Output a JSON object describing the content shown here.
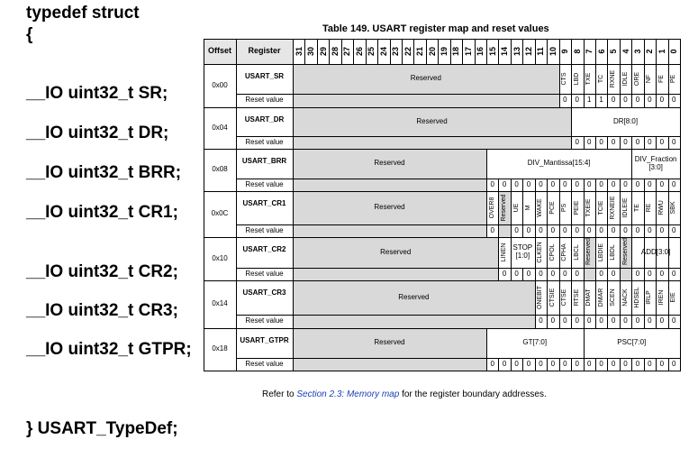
{
  "code": {
    "open1": "typedef struct",
    "open2": "{",
    "members": [
      "__IO uint32_t SR;",
      "__IO uint32_t DR;",
      "__IO uint32_t BRR;",
      "__IO uint32_t CR1;",
      "__IO uint32_t CR2;",
      "__IO uint32_t CR3;",
      "__IO uint32_t GTPR;"
    ],
    "close": "} USART_TypeDef;"
  },
  "table": {
    "title": "Table 149. USART register map and reset values",
    "col_offset": "Offset",
    "col_register": "Register",
    "bits": [
      "31",
      "30",
      "29",
      "28",
      "27",
      "26",
      "25",
      "24",
      "23",
      "22",
      "21",
      "20",
      "19",
      "18",
      "17",
      "16",
      "15",
      "14",
      "13",
      "12",
      "11",
      "10",
      "9",
      "8",
      "7",
      "6",
      "5",
      "4",
      "3",
      "2",
      "1",
      "0"
    ],
    "reset_label": "Reset value",
    "rows": [
      {
        "offset": "0x00",
        "name": "USART_SR",
        "reserved": "Reserved",
        "fields": [
          "CTS",
          "LBD",
          "TXE",
          "TC",
          "RXNE",
          "IDLE",
          "ORE",
          "NF",
          "FE",
          "PE"
        ],
        "reset": [
          "0",
          "0",
          "1",
          "1",
          "0",
          "0",
          "0",
          "0",
          "0",
          "0"
        ]
      },
      {
        "offset": "0x04",
        "name": "USART_DR",
        "reserved": "Reserved",
        "fields": [
          "DR[8:0]"
        ],
        "reset": [
          "0",
          "0",
          "0",
          "0",
          "0",
          "0",
          "0",
          "0",
          "0"
        ]
      },
      {
        "offset": "0x08",
        "name": "USART_BRR",
        "reserved": "Reserved",
        "fields": [
          "DIV_Mantissa[15:4]",
          "DIV_Fraction [3:0]"
        ],
        "reset": [
          "0",
          "0",
          "0",
          "0",
          "0",
          "0",
          "0",
          "0",
          "0",
          "0",
          "0",
          "0",
          "0",
          "0",
          "0",
          "0"
        ]
      },
      {
        "offset": "0x0C",
        "name": "USART_CR1",
        "reserved": "Reserved",
        "fields": [
          "OVER8",
          "Reserved",
          "UE",
          "M",
          "WAKE",
          "PCE",
          "PS",
          "PEIE",
          "TXEIE",
          "TCIE",
          "RXNEIE",
          "IDLEIE",
          "TE",
          "RE",
          "RWU",
          "SBK"
        ],
        "reset": [
          "0",
          "",
          "0",
          "0",
          "0",
          "0",
          "0",
          "0",
          "0",
          "0",
          "0",
          "0",
          "0",
          "0",
          "0",
          "0"
        ]
      },
      {
        "offset": "0x10",
        "name": "USART_CR2",
        "reserved": "Reserved",
        "fields": [
          "LINEN",
          "STOP [1:0]",
          "CLKEN",
          "CPOL",
          "CPHA",
          "LBCL",
          "Reserved",
          "LBDIE",
          "LBDL",
          "Reserved",
          "ADD[3:0]"
        ],
        "reset": [
          "0",
          "0",
          "0",
          "0",
          "0",
          "0",
          "0",
          "",
          "0",
          "0",
          "",
          "0",
          "0",
          "0",
          "0"
        ]
      },
      {
        "offset": "0x14",
        "name": "USART_CR3",
        "reserved": "Reserved",
        "fields": [
          "ONEBIT",
          "CTSIE",
          "CTSE",
          "RTSE",
          "DMAT",
          "DMAR",
          "SCEN",
          "NACK",
          "HDSEL",
          "IRLP",
          "IREN",
          "EIE"
        ],
        "reset": [
          "0",
          "0",
          "0",
          "0",
          "0",
          "0",
          "0",
          "0",
          "0",
          "0",
          "0",
          "0"
        ]
      },
      {
        "offset": "0x18",
        "name": "USART_GTPR",
        "reserved": "Reserved",
        "fields": [
          "GT[7:0]",
          "PSC[7:0]"
        ],
        "reset": [
          "0",
          "0",
          "0",
          "0",
          "0",
          "0",
          "0",
          "0",
          "0",
          "0",
          "0",
          "0",
          "0",
          "0",
          "0",
          "0"
        ]
      }
    ],
    "footnote_pre": "Refer to ",
    "footnote_link": "Section 2.3: Memory map",
    "footnote_post": " for the register boundary addresses."
  }
}
